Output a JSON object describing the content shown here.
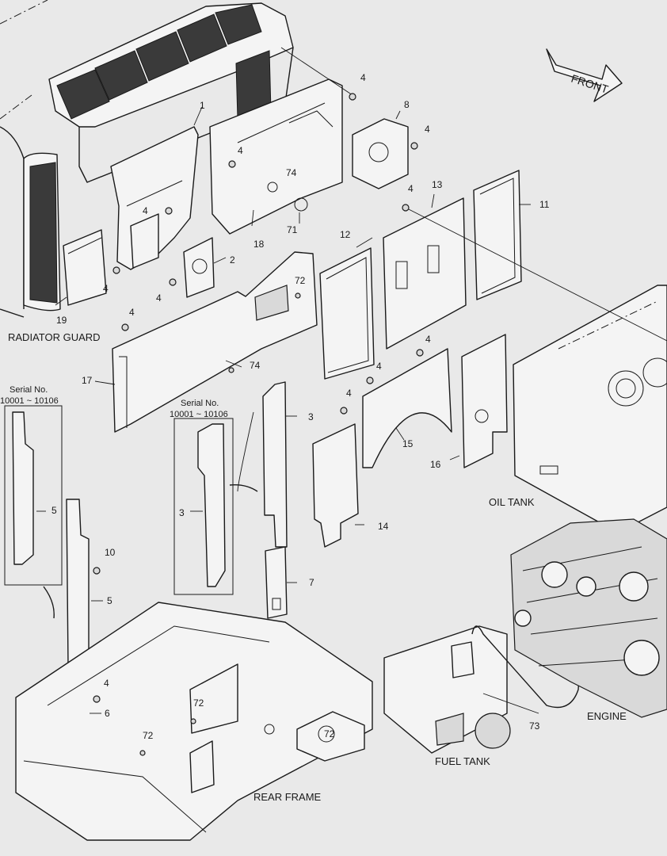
{
  "captions": {
    "radiator_guard": "RADIATOR GUARD",
    "oil_tank": "OIL TANK",
    "engine": "ENGINE",
    "fuel_tank": "FUEL TANK",
    "rear_frame": "REAR FRAME",
    "front": "FRONT"
  },
  "serial_boxes": [
    {
      "line1": "Serial No.",
      "line2": "10001 ~ 10106"
    },
    {
      "line1": "Serial No.",
      "line2": "10001 ~ 10106"
    }
  ],
  "callouts": {
    "c1": "1",
    "c2": "2",
    "c3a": "3",
    "c3b": "3",
    "c4a": "4",
    "c4b": "4",
    "c4c": "4",
    "c4d": "4",
    "c4e": "4",
    "c4f": "4",
    "c4g": "4",
    "c4h": "4",
    "c4i": "4",
    "c4j": "4",
    "c4k": "4",
    "c4l": "4",
    "c5a": "5",
    "c5b": "5",
    "c6": "6",
    "c7": "7",
    "c8": "8",
    "c10": "10",
    "c11": "11",
    "c12": "12",
    "c13": "13",
    "c14": "14",
    "c15": "15",
    "c16": "16",
    "c17": "17",
    "c18": "18",
    "c19": "19",
    "c71": "71",
    "c72a": "72",
    "c72b": "72",
    "c72c": "72",
    "c72d": "72",
    "c73": "73",
    "c74a": "74",
    "c74b": "74"
  },
  "colors": {
    "line": "#1a1a1a",
    "background": "#e9e9e9",
    "part_fill": "#f4f4f4",
    "mesh": "#3a3a3a"
  }
}
